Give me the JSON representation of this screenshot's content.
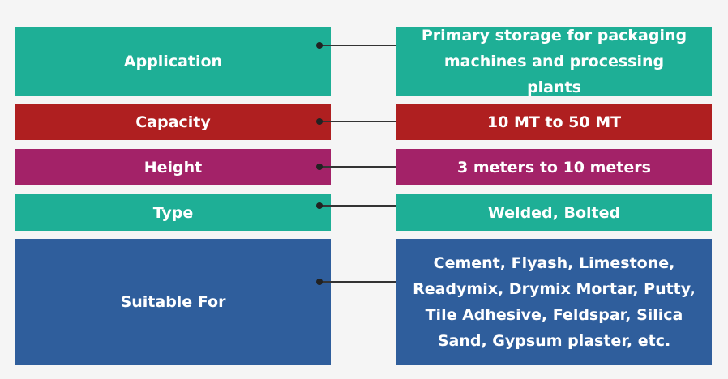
{
  "colors": {
    "teal": "#1eaf96",
    "red": "#af1f20",
    "magenta": "#a32268",
    "blue": "#2f5e9c",
    "background": "#f5f5f5"
  },
  "rows": [
    {
      "label": "Application",
      "value": "Primary storage for packaging machines and processing plants",
      "color": "teal"
    },
    {
      "label": "Capacity",
      "value": "10 MT to 50 MT",
      "color": "red"
    },
    {
      "label": "Height",
      "value": "3 meters to 10 meters",
      "color": "magenta"
    },
    {
      "label": "Type",
      "value": "Welded, Bolted",
      "color": "teal"
    },
    {
      "label": "Suitable For",
      "value": "Cement, Flyash, Limestone, Readymix, Drymix Mortar, Putty, Tile Adhesive, Feldspar, Silica Sand, Gypsum plaster, etc.",
      "color": "blue"
    }
  ]
}
